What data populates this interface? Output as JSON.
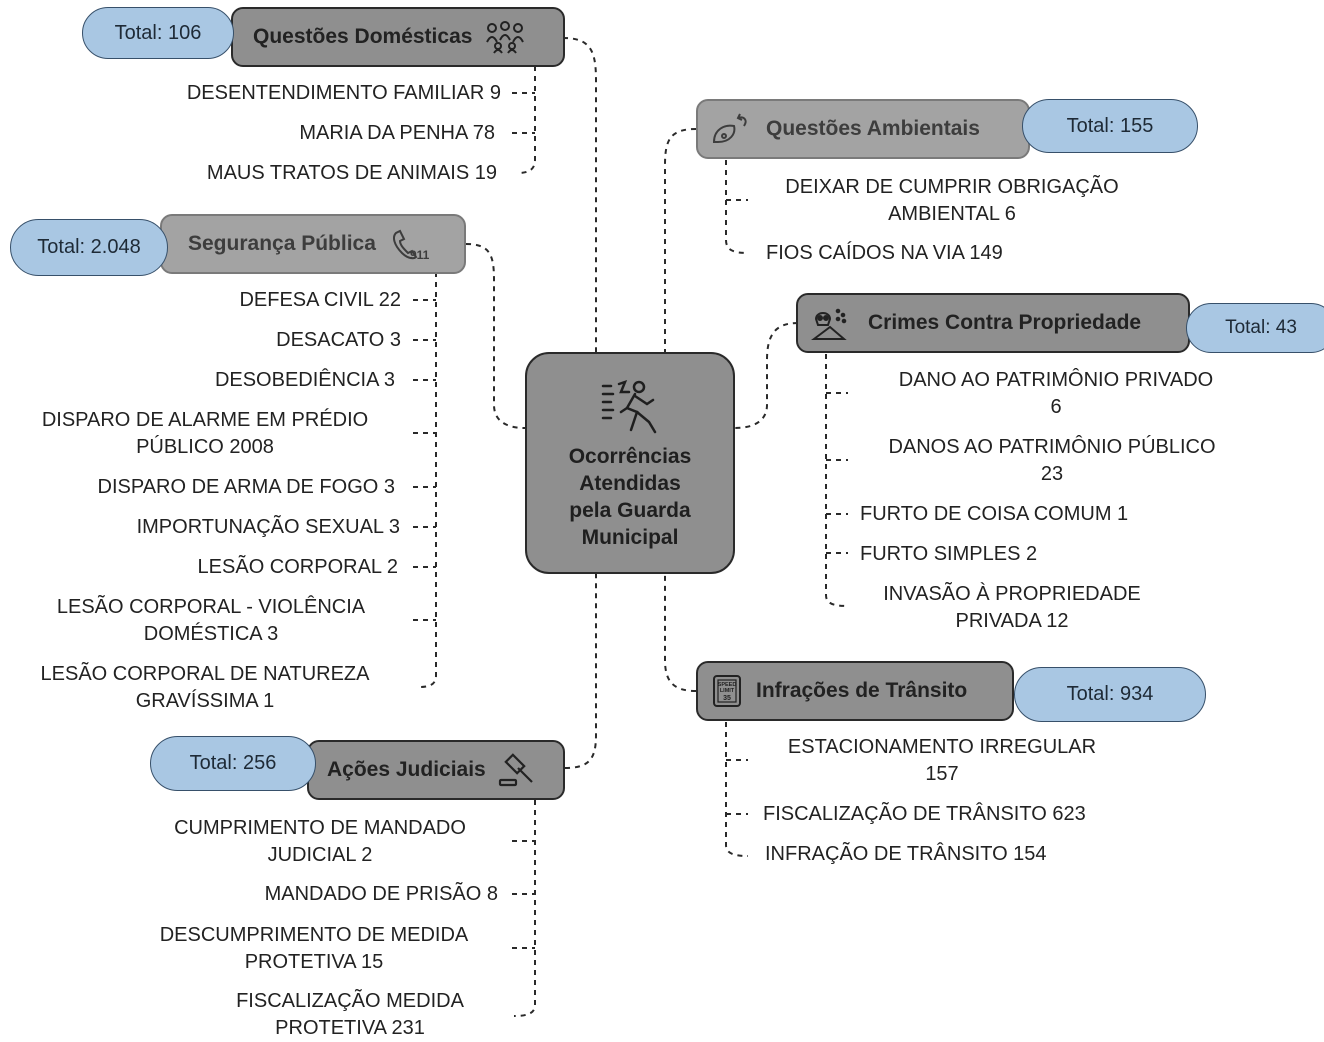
{
  "center": {
    "line1": "Ocorrências",
    "line2": "Atendidas",
    "line3": "pela Guarda",
    "line4": "Municipal",
    "icon": "fleeing-person-icon"
  },
  "categories": {
    "domesticas": {
      "label": "Questões Domésticas",
      "total": "Total: 106",
      "icon": "family-icon",
      "items": [
        "DESENTENDIMENTO FAMILIAR 9",
        "MARIA DA PENHA 78",
        "MAUS TRATOS DE ANIMAIS 19"
      ]
    },
    "seguranca": {
      "label": "Segurança Pública",
      "total": "Total: 2.048",
      "icon": "phone-911-icon",
      "items": [
        "DEFESA CIVIL 22",
        "DESACATO 3",
        "DESOBEDIÊNCIA 3",
        [
          "DISPARO DE ALARME EM PRÉDIO",
          "PÚBLICO 2008"
        ],
        "DISPARO DE ARMA DE FOGO 3",
        "IMPORTUNAÇÃO SEXUAL 3",
        "LESÃO CORPORAL 2",
        [
          "LESÃO CORPORAL - VIOLÊNCIA",
          "DOMÉSTICA 3"
        ],
        [
          "LESÃO CORPORAL DE NATUREZA",
          "GRAVÍSSIMA 1"
        ]
      ]
    },
    "judiciais": {
      "label": "Ações Judiciais",
      "total": "Total: 256",
      "icon": "gavel-icon",
      "items": [
        [
          "CUMPRIMENTO DE MANDADO",
          "JUDICIAL 2"
        ],
        "MANDADO DE PRISÃO 8",
        [
          "DESCUMPRIMENTO DE MEDIDA",
          "PROTETIVA 15"
        ],
        [
          "FISCALIZAÇÃO MEDIDA",
          "PROTETIVA 231"
        ]
      ]
    },
    "ambientais": {
      "label": "Questões Ambientais",
      "total": "Total: 155",
      "icon": "leaf-hand-icon",
      "items": [
        [
          "DEIXAR DE CUMPRIR OBRIGAÇÃO",
          "AMBIENTAL 6"
        ],
        "FIOS CAÍDOS NA VIA 149"
      ]
    },
    "propriedade": {
      "label": "Crimes Contra Propriedade",
      "total": "Total: 43",
      "icon": "skull-icon",
      "items": [
        [
          "DANO AO PATRIMÔNIO PRIVADO",
          "6"
        ],
        [
          "DANOS AO PATRIMÔNIO PÚBLICO",
          "23"
        ],
        "FURTO DE COISA COMUM 1",
        "FURTO SIMPLES 2",
        [
          "INVASÃO À PROPRIEDADE",
          "PRIVADA 12"
        ]
      ]
    },
    "transito": {
      "label": "Infrações de Trânsito",
      "total": "Total: 934",
      "icon": "speed-limit-icon",
      "items": [
        [
          "ESTACIONAMENTO IRREGULAR",
          "157"
        ],
        "FISCALIZAÇÃO DE TRÂNSITO 623",
        "INFRAÇÃO DE TRÂNSITO 154"
      ]
    }
  }
}
